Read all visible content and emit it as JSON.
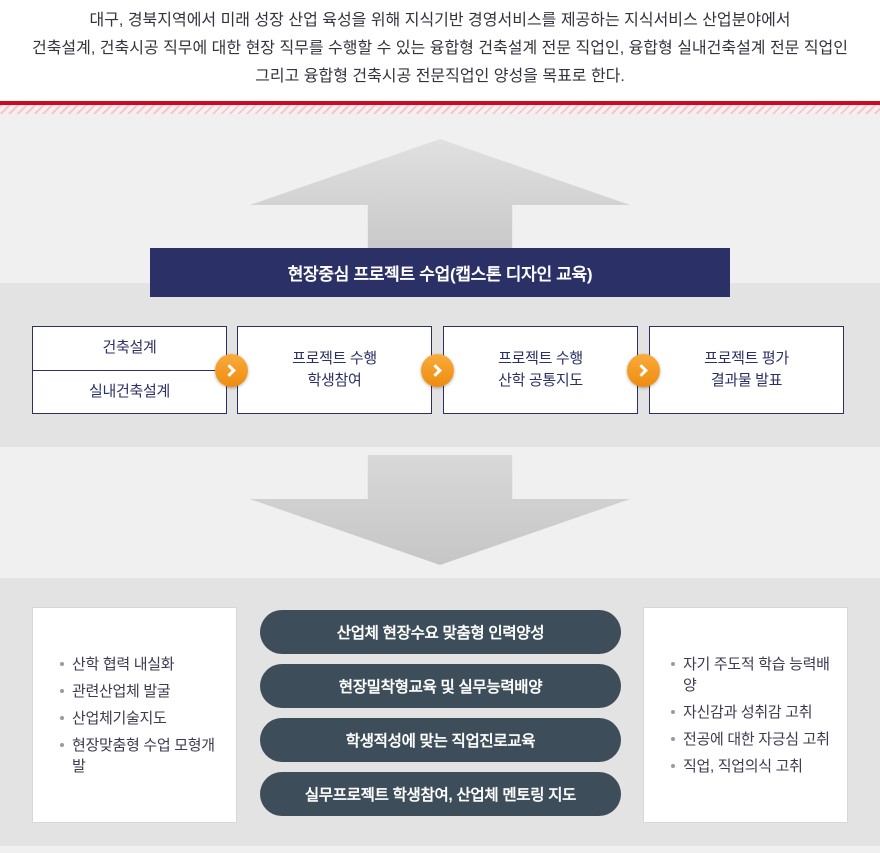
{
  "intro": {
    "line1": "대구, 경북지역에서 미래 성장 산업 육성을 위해 지식기반 경영서비스를 제공하는 지식서비스 산업분야에서",
    "line2": "건축설계, 건축시공 직무에 대한 현장 직무를 수행할 수 있는 융합형 건축설계 전문 직업인, 융합형 실내건축설계 전문 직업인",
    "line3": "그리고 융합형 건축시공 전문직업인 양성을 목표로 한다."
  },
  "capstone_banner": {
    "title": "현장중심 프로젝트 수업(캡스톤 디자인 교육)"
  },
  "process": {
    "majors": [
      "건축설계",
      "실내건축설계"
    ],
    "steps": [
      {
        "line1": "프로젝트 수행",
        "line2": "학생참여"
      },
      {
        "line1": "프로젝트 수행",
        "line2": "산학 공통지도"
      },
      {
        "line1": "프로젝트 평가",
        "line2": "결과물 발표"
      }
    ]
  },
  "industry_outcomes": [
    "산학 협력 내실화",
    "관련산업체 발굴",
    "산업체기술지도",
    "현장맞춤형 수업 모형개발"
  ],
  "education_goals": [
    "산업체 현장수요 맞춤형 인력양성",
    "현장밀착형교육 및 실무능력배양",
    "학생적성에 맞는 직업진로교육",
    "실무프로젝트 학생참여, 산업체 멘토링 지도"
  ],
  "student_outcomes": [
    "자기 주도적 학습 능력배양",
    "자신감과 성취감 고취",
    "전공에 대한 자긍심 고취",
    "직업, 직업의식 고취"
  ],
  "colors": {
    "navy": "#2b3166",
    "red_line": "#cc0a24",
    "orange": "#f0910f",
    "pill_slate": "#3d4e5a",
    "band_gray": "#e3e3e3",
    "canvas_gray": "#f0f0f0"
  }
}
